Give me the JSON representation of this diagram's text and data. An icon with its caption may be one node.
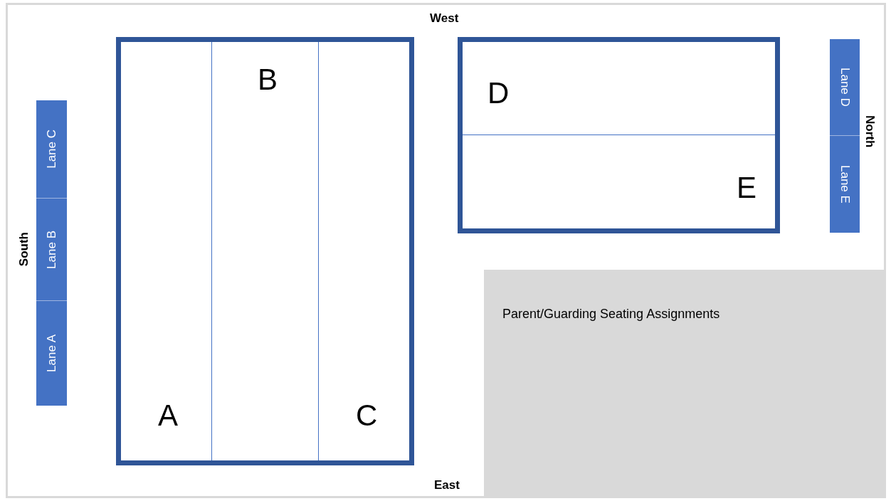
{
  "diagram": {
    "nodes": [
      {
        "text": [],
        "shape": "box"
      },
      {
        "text": [
          "A"
        ],
        "in": 0
      },
      {
        "text": [
          "B"
        ],
        "in": 0
      },
      {
        "text": [
          "C"
        ],
        "in": 0
      },
      {
        "text": [],
        "shape": "box"
      },
      {
        "text": [
          "D"
        ],
        "in": 4
      },
      {
        "text": [
          "E"
        ],
        "in": 4
      },
      {
        "text": [
          "Lane C"
        ]
      },
      {
        "text": [
          "Lane B"
        ]
      },
      {
        "text": [
          "Lane A"
        ]
      },
      {
        "text": [
          "Lane D"
        ]
      },
      {
        "text": [
          "Lane E"
        ]
      },
      {
        "text": [
          "Parent/Guarding Seating Assignments"
        ]
      }
    ],
    "edges": [],
    "labels": [
      "West",
      "South",
      "North",
      "East"
    ]
  }
}
